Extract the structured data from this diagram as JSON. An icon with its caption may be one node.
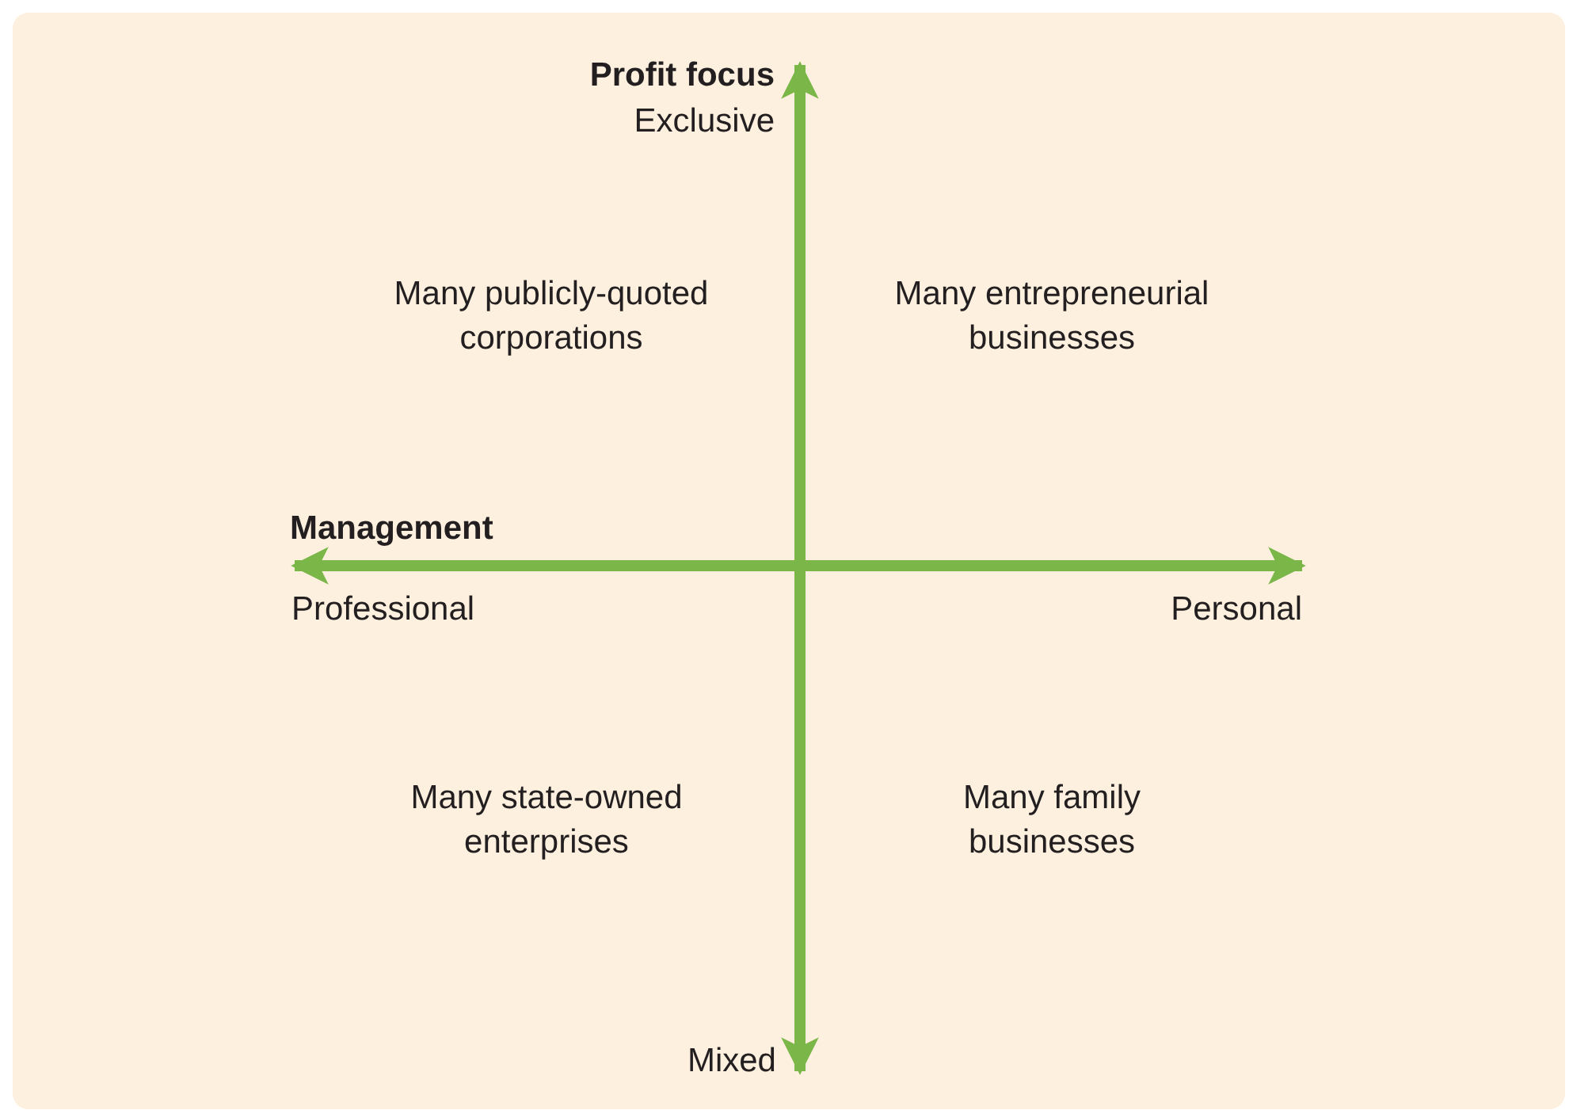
{
  "diagram": {
    "labels": [
      "Profit focus",
      "Exclusive",
      "Many publicly-quoted corporations",
      "Many entrepreneurial businesses",
      "Management",
      "Professional",
      "Personal",
      "Many state-owned enterprises",
      "Many family businesses",
      "Mixed"
    ]
  }
}
